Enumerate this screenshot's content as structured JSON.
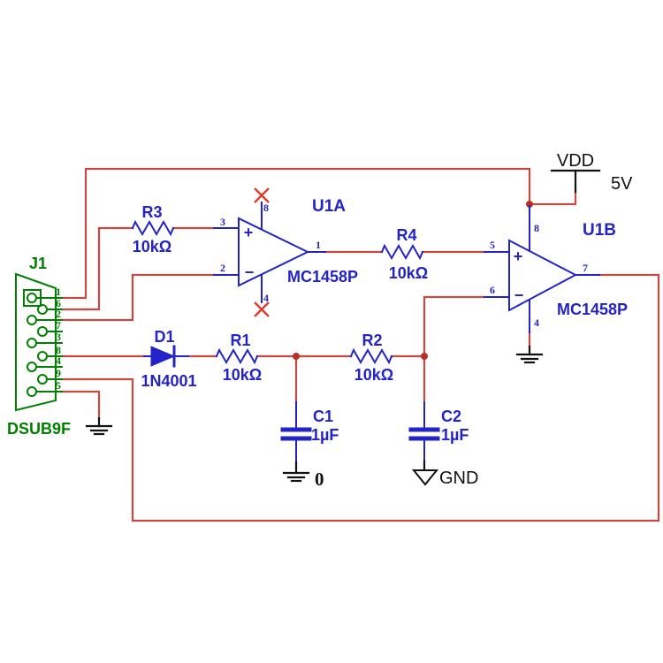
{
  "connector": {
    "ref": "J1",
    "part": "DSUB9F",
    "pins": [
      "1",
      "6",
      "2",
      "7",
      "3",
      "8",
      "4",
      "9",
      "5"
    ]
  },
  "diode": {
    "ref": "D1",
    "part": "1N4001"
  },
  "r1": {
    "ref": "R1",
    "value": "10kΩ"
  },
  "r2": {
    "ref": "R2",
    "value": "10kΩ"
  },
  "r3": {
    "ref": "R3",
    "value": "10kΩ"
  },
  "r4": {
    "ref": "R4",
    "value": "10kΩ"
  },
  "c1": {
    "ref": "C1",
    "value": "1µF",
    "ground_label": "0"
  },
  "c2": {
    "ref": "C2",
    "value": "1µF",
    "ground_label": "GND"
  },
  "u1a": {
    "ref": "U1A",
    "part": "MC1458P",
    "plus_sign": "+",
    "minus_sign": "−",
    "pins": {
      "in_plus": "3",
      "in_minus": "2",
      "out": "1",
      "vcc": "8",
      "vee": "4"
    }
  },
  "u1b": {
    "ref": "U1B",
    "part": "MC1458P",
    "plus_sign": "+",
    "minus_sign": "−",
    "pins": {
      "in_plus": "5",
      "in_minus": "6",
      "out": "7",
      "vcc": "8",
      "vee": "4"
    }
  },
  "power": {
    "net": "VDD",
    "voltage": "5V"
  },
  "colors": {
    "wire": "#C64A42",
    "component": "#2323C8",
    "connector": "#007F00",
    "text": "#111111",
    "no_connect_x": "#E03A30"
  }
}
